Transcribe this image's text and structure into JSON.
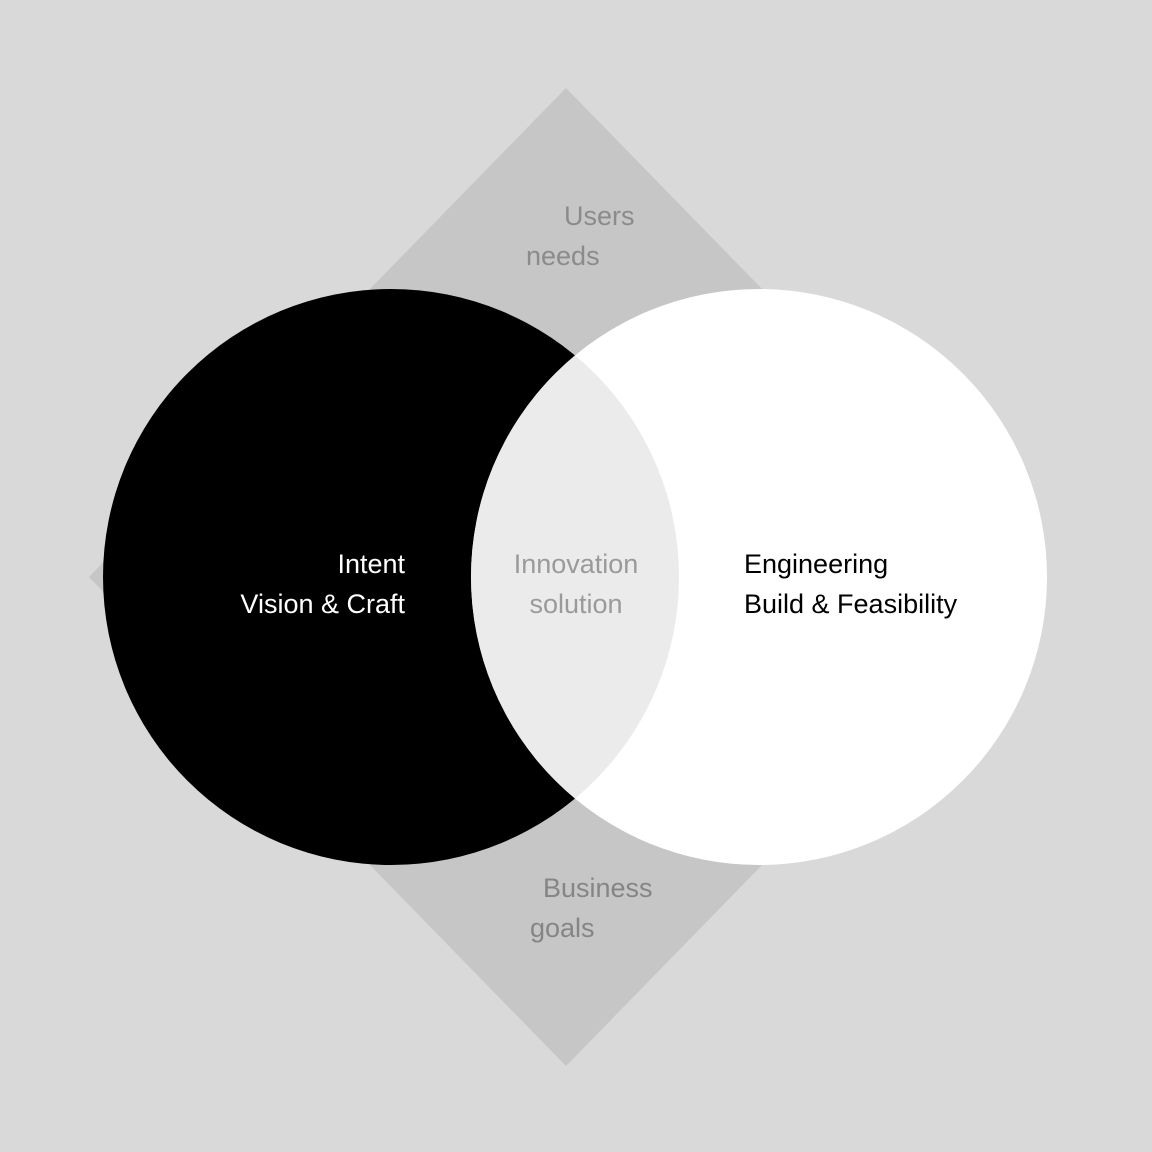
{
  "background_color": "#d9d9d9",
  "diamond": {
    "color": "#c6c6c6",
    "top_label": {
      "line1": "Users",
      "line2": "needs"
    },
    "bottom_label": {
      "line1": "Business",
      "line2": "goals"
    }
  },
  "left_circle": {
    "color": "#000000",
    "label": {
      "line1": "Intent",
      "line2": "Vision & Craft"
    }
  },
  "right_circle": {
    "color": "#ffffff",
    "label": {
      "line1": "Engineering",
      "line2": "Build & Feasibility"
    }
  },
  "intersection": {
    "color": "#ebebeb",
    "label": {
      "line1": "Innovation",
      "line2": "solution"
    }
  }
}
